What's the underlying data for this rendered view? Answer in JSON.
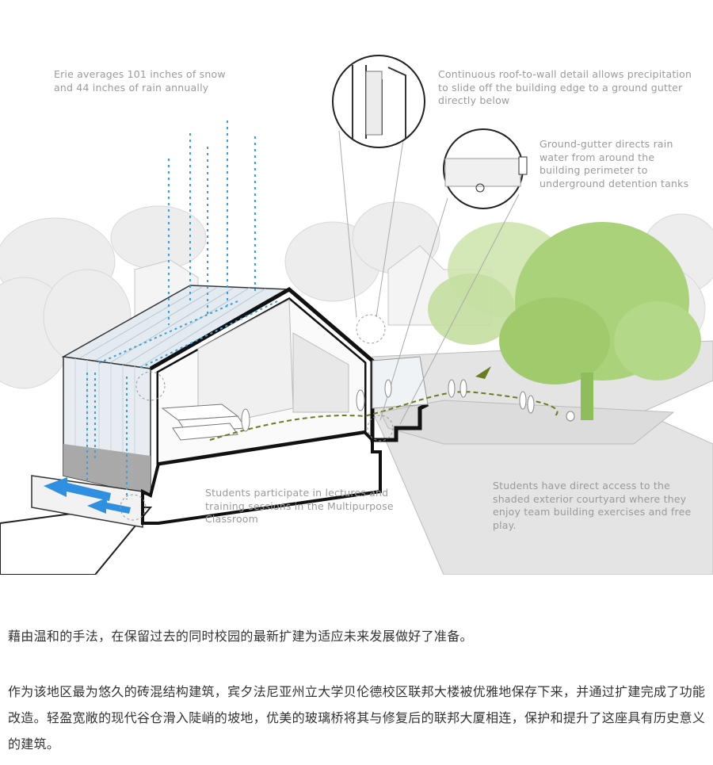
{
  "annotations": {
    "snow": "Erie averages 101 inches of snow and 44 inches of rain annually",
    "roof_detail": "Continuous roof-to-wall detail allows precipitation to slide off the building edge to a ground gutter directly below",
    "ground_gutter": "Ground-gutter directs rain water from around the building perimeter to underground detention tanks",
    "classroom": "Students participate in lectures and training sessions in the Multipurpose Classroom",
    "courtyard": "Students have direct access to the shaded exterior courtyard where they enjoy team building exercises and free play."
  },
  "captions": {
    "paragraph_1": "藉由温和的手法，在保留过去的同时校园的最新扩建为适应未来发展做好了准备。",
    "paragraph_2": "作为该地区最为悠久的砖混结构建筑，宾夕法尼亚州立大学贝伦德校区联邦大楼被优雅地保存下来，并通过扩建完成了功能改造。轻盈宽敞的现代谷仓滑入陡峭的坡地，优美的玻璃桥将其与修复后的联邦大厦相连，保护和提升了这座具有历史意义的建筑。"
  },
  "colors": {
    "rain_blue": "#3a9fdc",
    "arrow_blue": "#2f8fe0",
    "tree_green": "#a9d27a",
    "path_green": "#6a7d1e",
    "annotation_gray": "#9a9a9a",
    "caption_text": "#333333"
  }
}
